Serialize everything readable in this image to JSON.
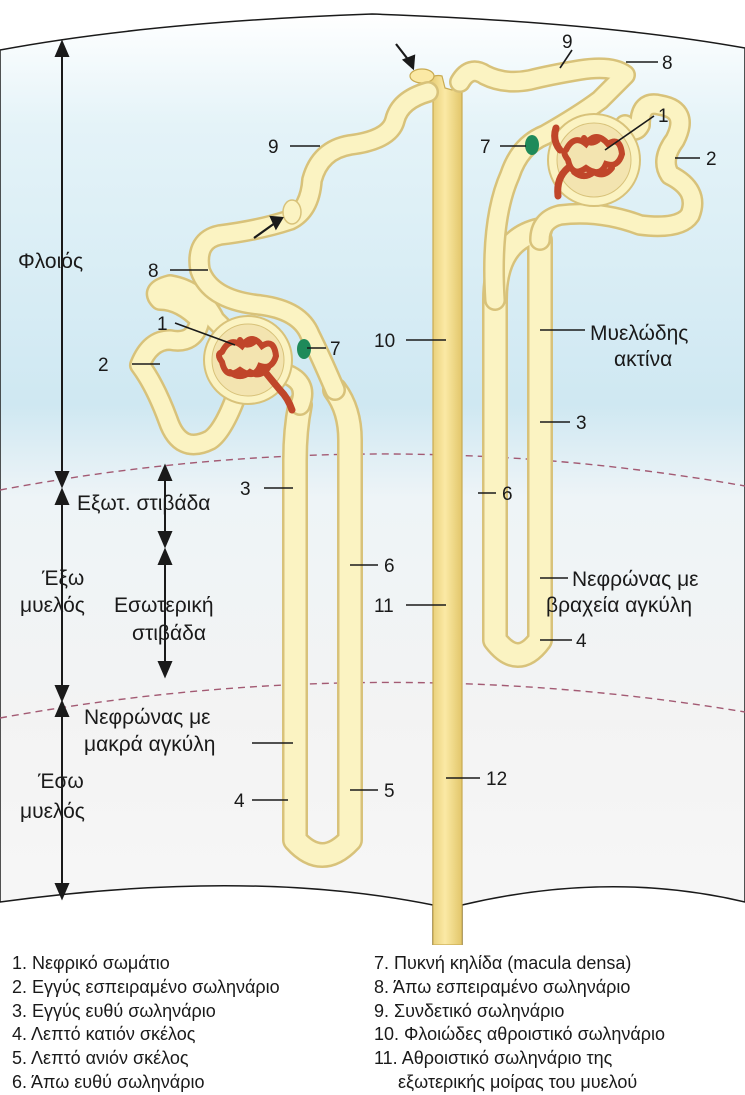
{
  "diagram": {
    "zones": {
      "cortex": "Φλοιός",
      "outer_stripe": "Εξωτ. στιβάδα",
      "outer_medulla_1": "Έξω",
      "outer_medulla_2": "μυελός",
      "inner_stripe_1": "Εσωτερική",
      "inner_stripe_2": "στιβάδα",
      "inner_medulla_1": "Έσω",
      "inner_medulla_2": "μυελός"
    },
    "labels": {
      "medullary_ray_1": "Μυελώδης",
      "medullary_ray_2": "ακτίνα",
      "short_loop_1": "Νεφρώνας με",
      "short_loop_2": "βραχεία αγκύλη",
      "long_loop_1": "Νεφρώνας με",
      "long_loop_2": "μακρά αγκύλη"
    },
    "numbers": {
      "n1": "1",
      "n2": "2",
      "n3": "3",
      "n4": "4",
      "n5": "5",
      "n6": "6",
      "n7": "7",
      "n8": "8",
      "n9": "9",
      "n10": "10",
      "n11": "11",
      "n12": "12"
    },
    "colors": {
      "tubule": "#fbf3c2",
      "glomerulus": "#c0462a",
      "macula_densa": "#1f8a5a",
      "cortex_bg": "#d6eef6"
    }
  },
  "legend": {
    "left": [
      "1.  Νεφρικό σωμάτιο",
      "2.  Εγγύς εσπειραμένο σωληνάριο",
      "3.  Εγγύς ευθύ σωληνάριο",
      "4.  Λεπτό κατιόν σκέλος",
      "5.  Λεπτό ανιόν σκέλος",
      "6.  Άπω ευθύ σωληνάριο"
    ],
    "right": [
      "7. Πυκνή κηλίδα (macula densa)",
      "8. Άπω εσπειραμένο σωληνάριο",
      "9. Συνδετικό σωληνάριο",
      "10. Φλοιώδες αθροιστικό σωληνάριο",
      "11. Αθροιστικό σωληνάριο της",
      "εξωτερικής μοίρας του μυελού"
    ]
  }
}
